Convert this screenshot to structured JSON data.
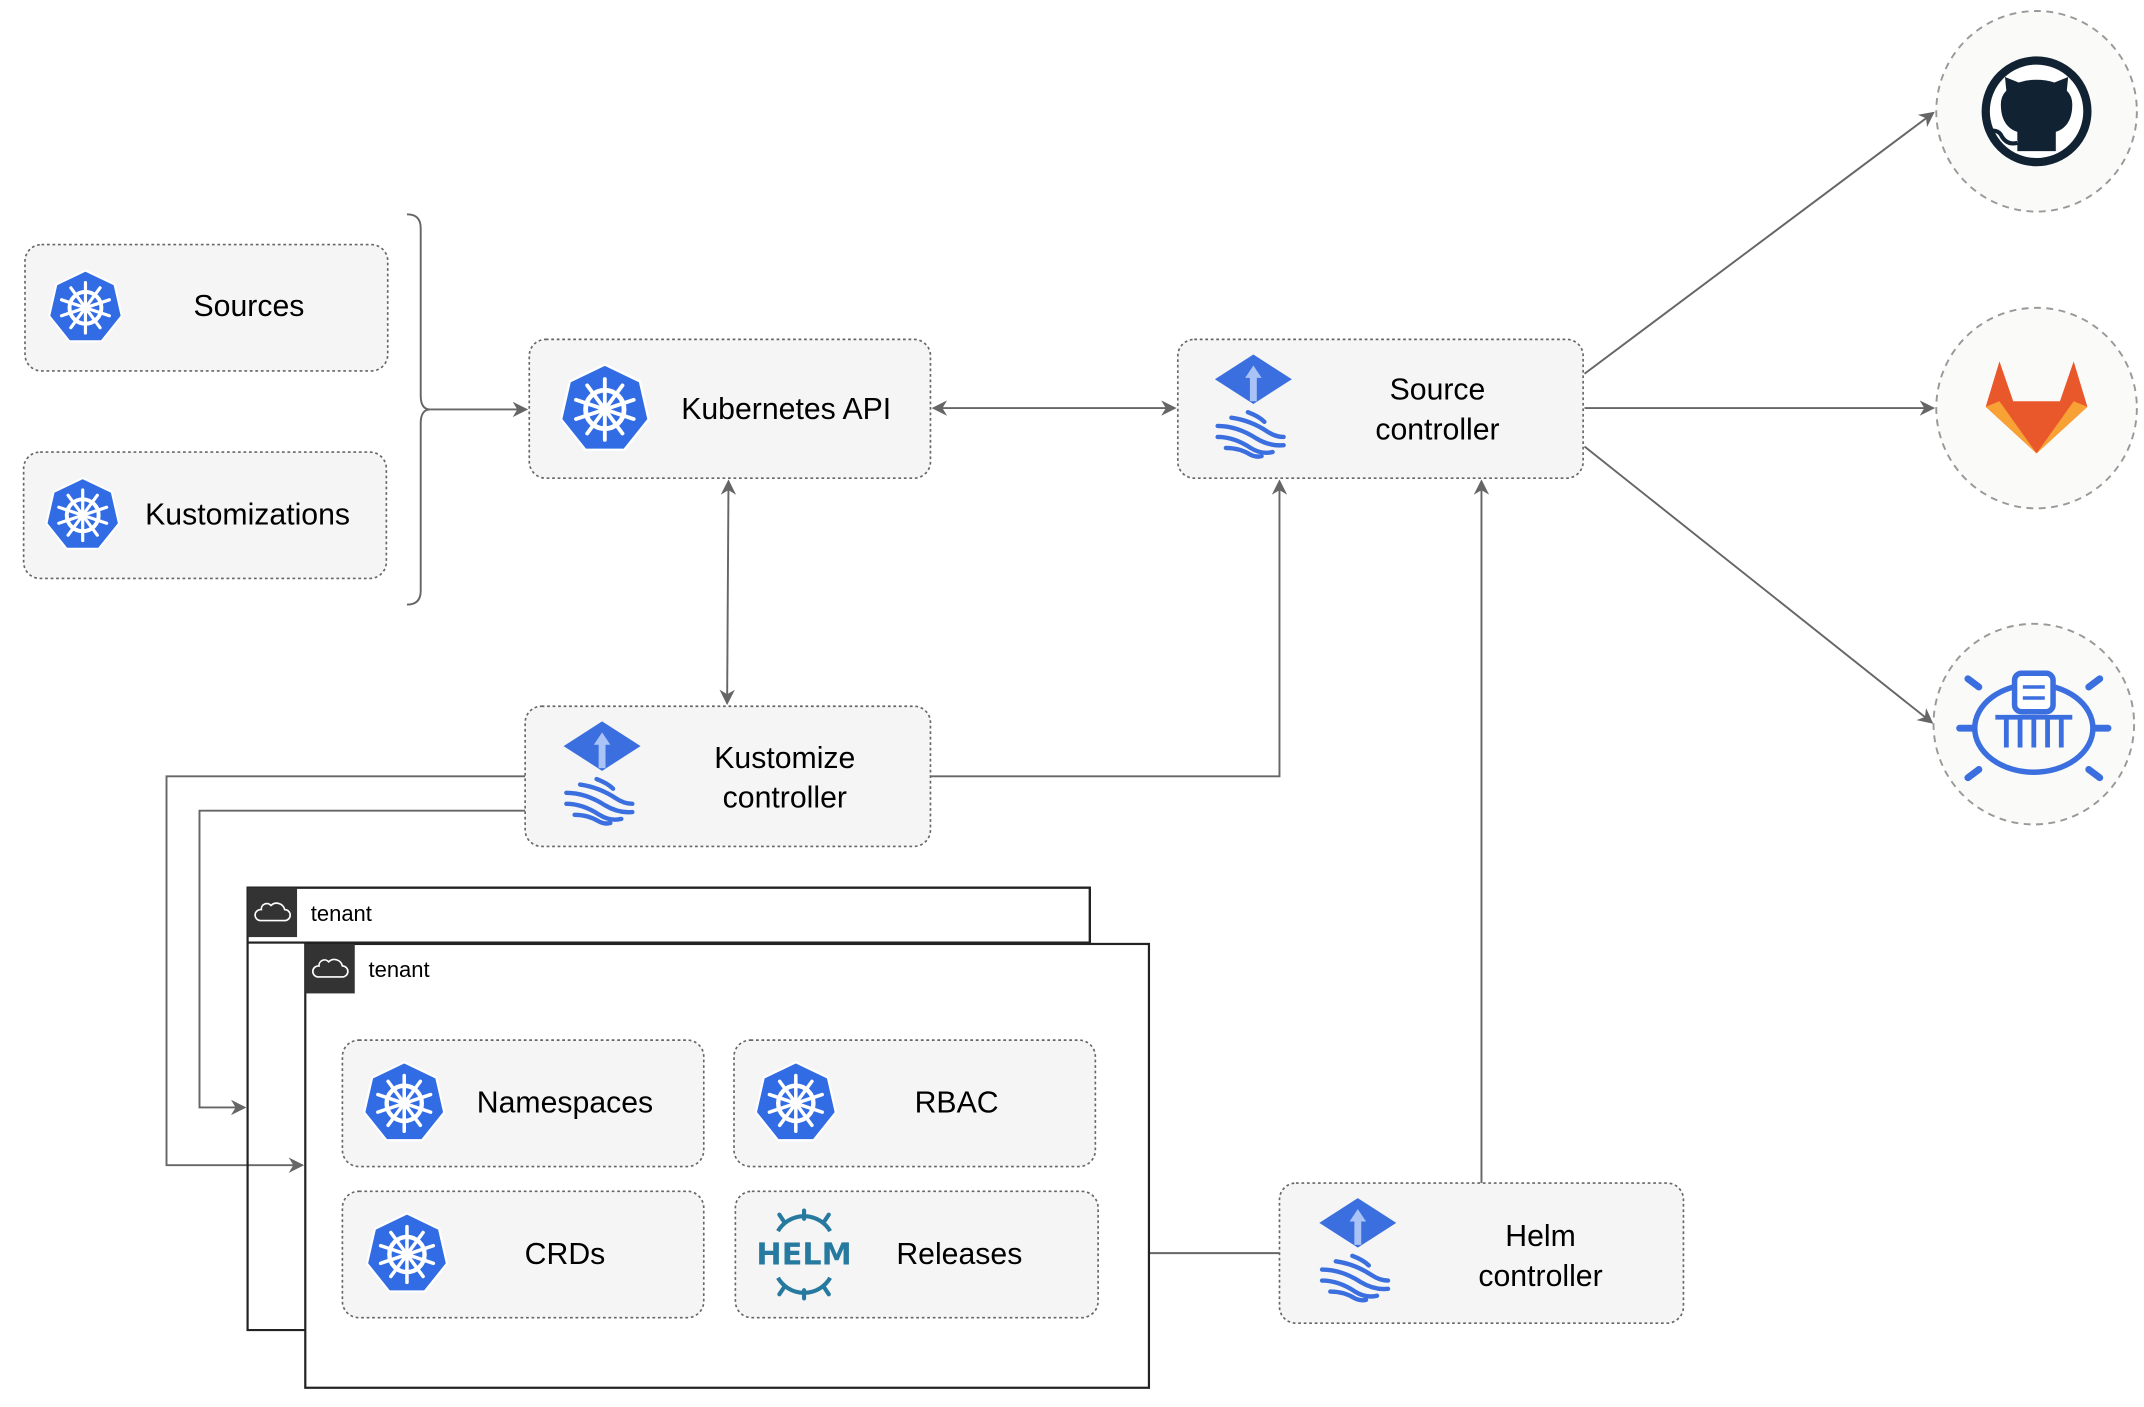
{
  "nodes": {
    "sources": "Sources",
    "kustomizations": "Kustomizations",
    "kubernetes_api": "Kubernetes API",
    "source_controller": [
      "Source",
      "controller"
    ],
    "kustomize_controller": [
      "Kustomize",
      "controller"
    ],
    "helm_controller": [
      "Helm",
      "controller"
    ],
    "namespaces": "Namespaces",
    "rbac": "RBAC",
    "crds": "CRDs",
    "releases": "Releases"
  },
  "tenants": [
    "tenant",
    "tenant"
  ],
  "logos": {
    "helm_text": "HELM",
    "repos": [
      "github-icon",
      "gitlab-icon",
      "helm-repository-icon"
    ]
  },
  "colors": {
    "kubernetes_blue": "#326ce5",
    "flux_blue": "#3b6fe0",
    "helm_blue": "#277a9f",
    "github_dark": "#112333",
    "gitlab_orange": "#e9582b",
    "gitlab_light": "#f8a134",
    "edge_gray": "#666666"
  }
}
